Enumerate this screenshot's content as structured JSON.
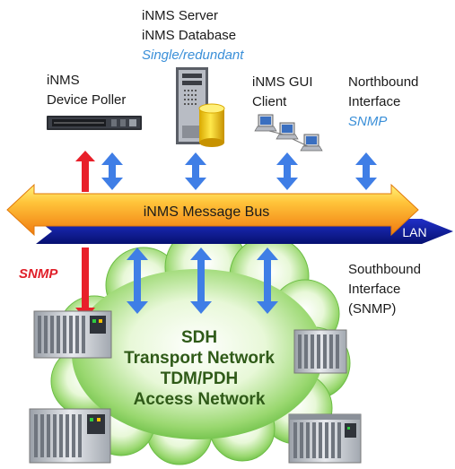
{
  "labels": {
    "server_line1": "iNMS Server",
    "server_line2": "iNMS Database",
    "server_line3": "Single/redundant",
    "poller_line1": "iNMS",
    "poller_line2": "Device Poller",
    "gui_line1": "iNMS GUI",
    "gui_line2": "Client",
    "north_line1": "Northbound",
    "north_line2": "Interface",
    "north_line3": "SNMP",
    "bus_label": "iNMS Message Bus",
    "lan_label": "LAN",
    "snmp_label": "SNMP",
    "south_line1": "Southbound",
    "south_line2": "Interface",
    "south_line3": "(SNMP)",
    "cloud_line1": "SDH",
    "cloud_line2": "Transport Network",
    "cloud_line3": "TDM/PDH",
    "cloud_line4": "Access Network"
  },
  "colors": {
    "italic_blue": "#3a8fd8",
    "snmp_red": "#e0202a",
    "cloud_text": "#2f5a18",
    "arrow_blue": "#3f7ee6",
    "arrow_red": "#e8202a",
    "lan_navy": "#0a1a9a",
    "bus_orange": "#ff9a1a",
    "bus_yellow": "#ffee55",
    "cloud_green": "#74c84a"
  },
  "icons": [
    "device-poller-icon",
    "server-tower-icon",
    "database-cylinder-icon",
    "gui-client-computers-icon",
    "network-equipment-rack-icon"
  ]
}
